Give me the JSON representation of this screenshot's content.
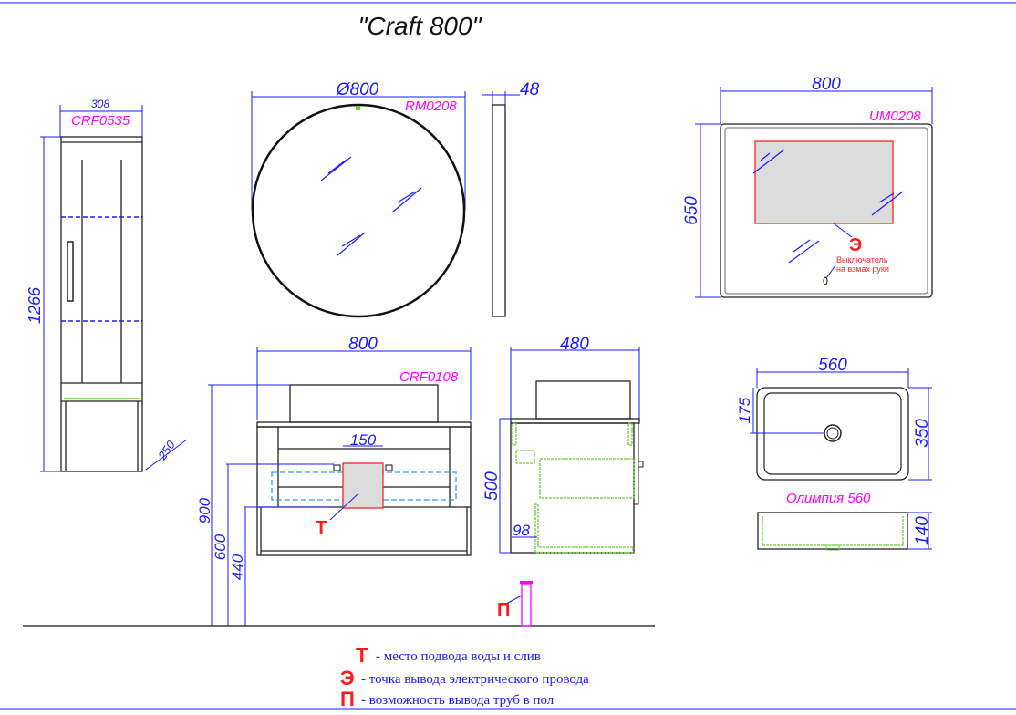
{
  "title": "\"Craft 800\"",
  "pencil_case": {
    "code": "CRF0535",
    "width": "308",
    "height": "1266",
    "depth": "250"
  },
  "round_mirror": {
    "code": "RM0208",
    "diameter": "Ø800",
    "depth": "48"
  },
  "rect_mirror": {
    "code": "UM0208",
    "width": "800",
    "height": "650",
    "marker": "Э",
    "switch_note_1": "Выключатель",
    "switch_note_2": "на взмах руки"
  },
  "vanity": {
    "code": "CRF0108",
    "width": "800",
    "plumbing_width": "150",
    "marker": "Т",
    "height_total": "900",
    "height_600": "600",
    "height_440": "440"
  },
  "side_view": {
    "depth": "480",
    "height": "500",
    "offset": "98",
    "floor_marker": "П"
  },
  "basin": {
    "name": "Олимпия 560",
    "width": "560",
    "depth": "350",
    "drain_offset": "175",
    "height": "140"
  },
  "legend": [
    {
      "marker": "Т",
      "text": "- место подвода воды и слив"
    },
    {
      "marker": "Э",
      "text": "- точка вывода электрического провода"
    },
    {
      "marker": "П",
      "text": "- возможность вывода труб в пол"
    }
  ],
  "colors": {
    "dimension": "#1a1aff",
    "code": "#ff00ff",
    "marker": "#ff1a1a"
  }
}
